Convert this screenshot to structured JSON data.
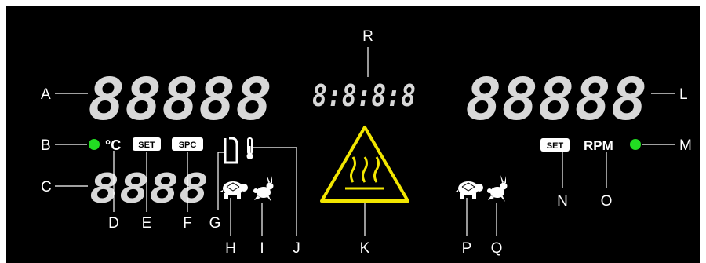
{
  "colors": {
    "background": "#000000",
    "segments": "#d8d8d8",
    "indicator_green": "#22dd22",
    "warning_yellow": "#f2e600"
  },
  "displays": {
    "upper_left": "88888",
    "lower_left": "8888",
    "center_time": "8:8:8:8",
    "upper_right": "88888"
  },
  "units": {
    "celsius": "°C",
    "rpm": "RPM"
  },
  "badges": {
    "set_left": "SET",
    "spc": "SPC",
    "set_right": "SET"
  },
  "icons": {
    "indicator_b": "green-dot-icon",
    "indicator_m": "green-dot-icon",
    "probe": "probe-icon",
    "thermometer": "thermometer-icon",
    "turtle": "turtle-icon",
    "rabbit": "rabbit-icon",
    "hot_surface": "hot-surface-warning-icon"
  },
  "labels": {
    "A": "A",
    "B": "B",
    "C": "C",
    "D": "D",
    "E": "E",
    "F": "F",
    "G": "G",
    "H": "H",
    "I": "I",
    "J": "J",
    "K": "K",
    "L": "L",
    "M": "M",
    "N": "N",
    "O": "O",
    "P": "P",
    "Q": "Q",
    "R": "R"
  }
}
